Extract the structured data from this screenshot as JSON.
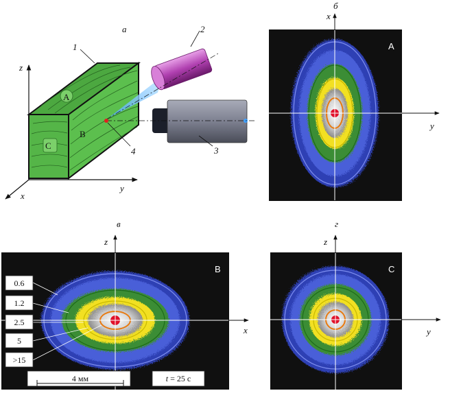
{
  "panels": {
    "a": {
      "label": "а",
      "axes": {
        "z": "z",
        "x": "x",
        "y": "y"
      },
      "faces": {
        "A": "A",
        "B": "B",
        "C": "C"
      },
      "callouts": {
        "n1": "1",
        "n2": "2",
        "n3": "3",
        "n4": "4"
      }
    },
    "b": {
      "label": "б",
      "tag": "A",
      "axes": {
        "h": "y",
        "v": "x"
      }
    },
    "v": {
      "label": "в",
      "tag": "B",
      "axes": {
        "h": "x",
        "v": "z"
      },
      "legend": [
        "0.6",
        "1.2",
        "2.5",
        "5",
        ">15"
      ],
      "scale_label": "4 мм",
      "time_var": "t",
      "time_value": " = 25 с"
    },
    "g": {
      "label": "г",
      "tag": "C",
      "axes": {
        "h": "y",
        "v": "z"
      }
    }
  },
  "colors": {
    "wood": "#4fb043",
    "wood_dark": "#2f7d2a",
    "background": "#101010",
    "blue": "#3548c8",
    "green": "#3d8f3a",
    "yellow": "#f2e020",
    "orange": "#e87a10",
    "red": "#e0102a"
  }
}
